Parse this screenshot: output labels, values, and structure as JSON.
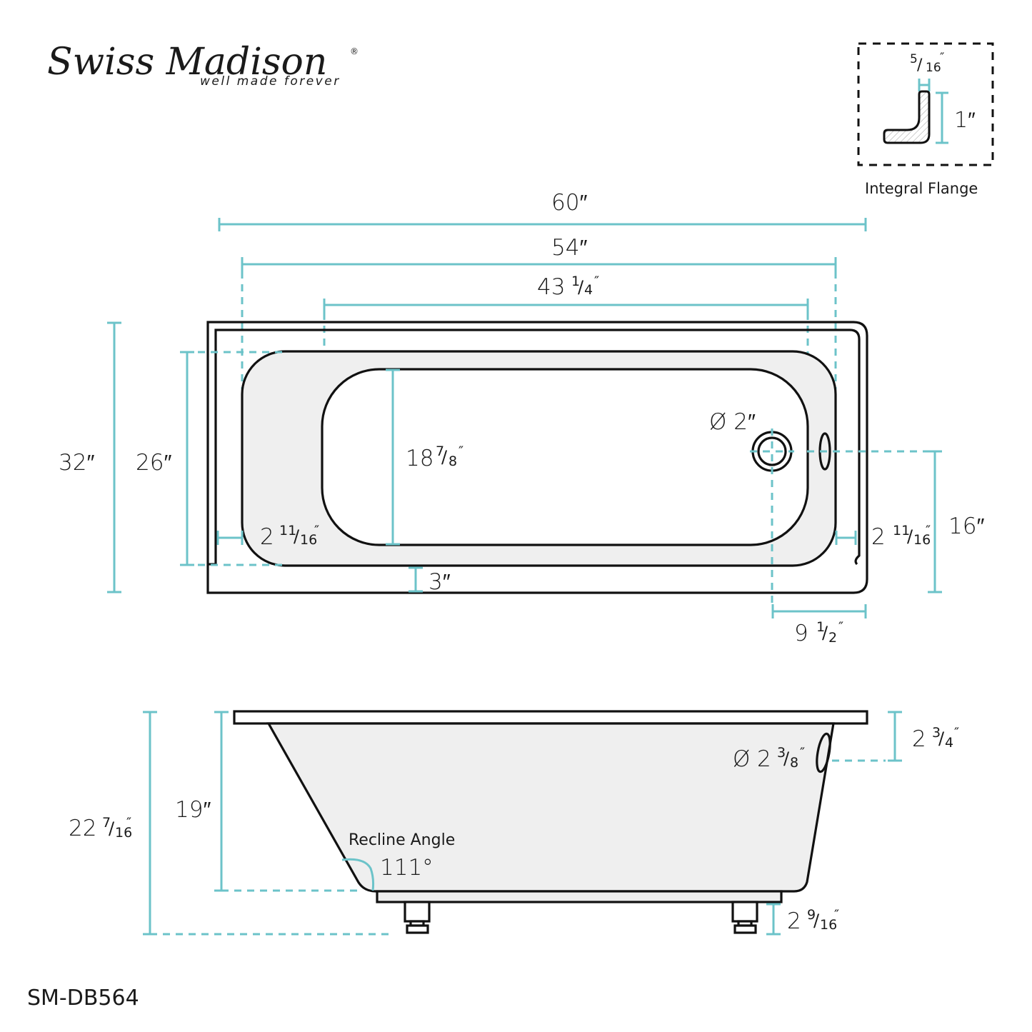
{
  "brand": {
    "name": "Swiss Madison",
    "registered_mark": "®",
    "tagline": "well made forever"
  },
  "model": "SM-DB564",
  "colors": {
    "dimension": "#6cc3c9",
    "outline": "#111111",
    "basin_fill": "#efefef",
    "background": "#ffffff"
  },
  "flange_detail": {
    "title": "Integral Flange",
    "thickness": {
      "whole": "",
      "num": "5",
      "den": "16",
      "unit": "″"
    },
    "height": "1″"
  },
  "top_view": {
    "overall_length": "60″",
    "interior_length": "54″",
    "bottom_length": {
      "whole": "43",
      "num": "1",
      "den": "4",
      "unit": "″"
    },
    "overall_width": "32″",
    "interior_width": "26″",
    "bottom_width": {
      "whole": "18",
      "num": "7",
      "den": "8",
      "unit": "″"
    },
    "front_rim": "3″",
    "left_rim": {
      "whole": "2",
      "num": "11",
      "den": "16",
      "unit": "″"
    },
    "right_rim": {
      "whole": "2",
      "num": "11",
      "den": "16",
      "unit": "″"
    },
    "drain_diameter": "Ø 2″",
    "drain_from_front": "16″",
    "drain_from_end": {
      "whole": "9",
      "num": "1",
      "den": "2",
      "unit": "″"
    }
  },
  "side_view": {
    "overall_height": {
      "whole": "22",
      "num": "7",
      "den": "16",
      "unit": "″"
    },
    "basin_depth": "19″",
    "overflow_diameter": {
      "prefix": "Ø",
      "whole": "2",
      "num": "3",
      "den": "8",
      "unit": "″"
    },
    "overflow_from_top": {
      "whole": "2",
      "num": "3",
      "den": "4",
      "unit": "″"
    },
    "leg_height": {
      "whole": "2",
      "num": "9",
      "den": "16",
      "unit": "″"
    },
    "recline_label": "Recline Angle",
    "recline_angle": "111°"
  }
}
